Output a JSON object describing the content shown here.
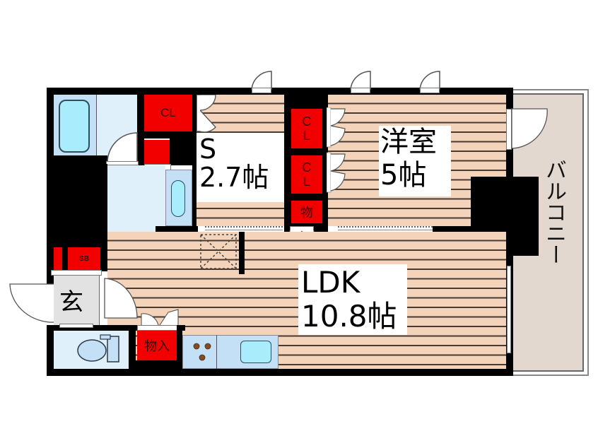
{
  "floor_plan": {
    "title": "",
    "rooms": {
      "ldk": {
        "name": "LDK",
        "size": "10.8帖"
      },
      "western": {
        "name": "洋室",
        "size": "5帖"
      },
      "service": {
        "name": "S",
        "size": "2.7帖"
      },
      "balcony": {
        "name": "バルコニー"
      },
      "entrance": {
        "name": "玄"
      }
    },
    "storage": {
      "closet_top_left": "CL",
      "closet_mid_1_c": "C",
      "closet_mid_1_l": "L",
      "closet_mid_2_c": "C",
      "closet_mid_2_l": "L",
      "mono": "物",
      "mono_iri": "物入",
      "shoe_box": "SB"
    },
    "colors": {
      "wall": "#000000",
      "floor_wood": "#f3d4bb",
      "floor_line": "#4a3a30",
      "wet_area": "#dff0fb",
      "fixture": "#a9ecfb",
      "storage_red": "#f20000",
      "balcony": "#e2d8d0"
    }
  }
}
